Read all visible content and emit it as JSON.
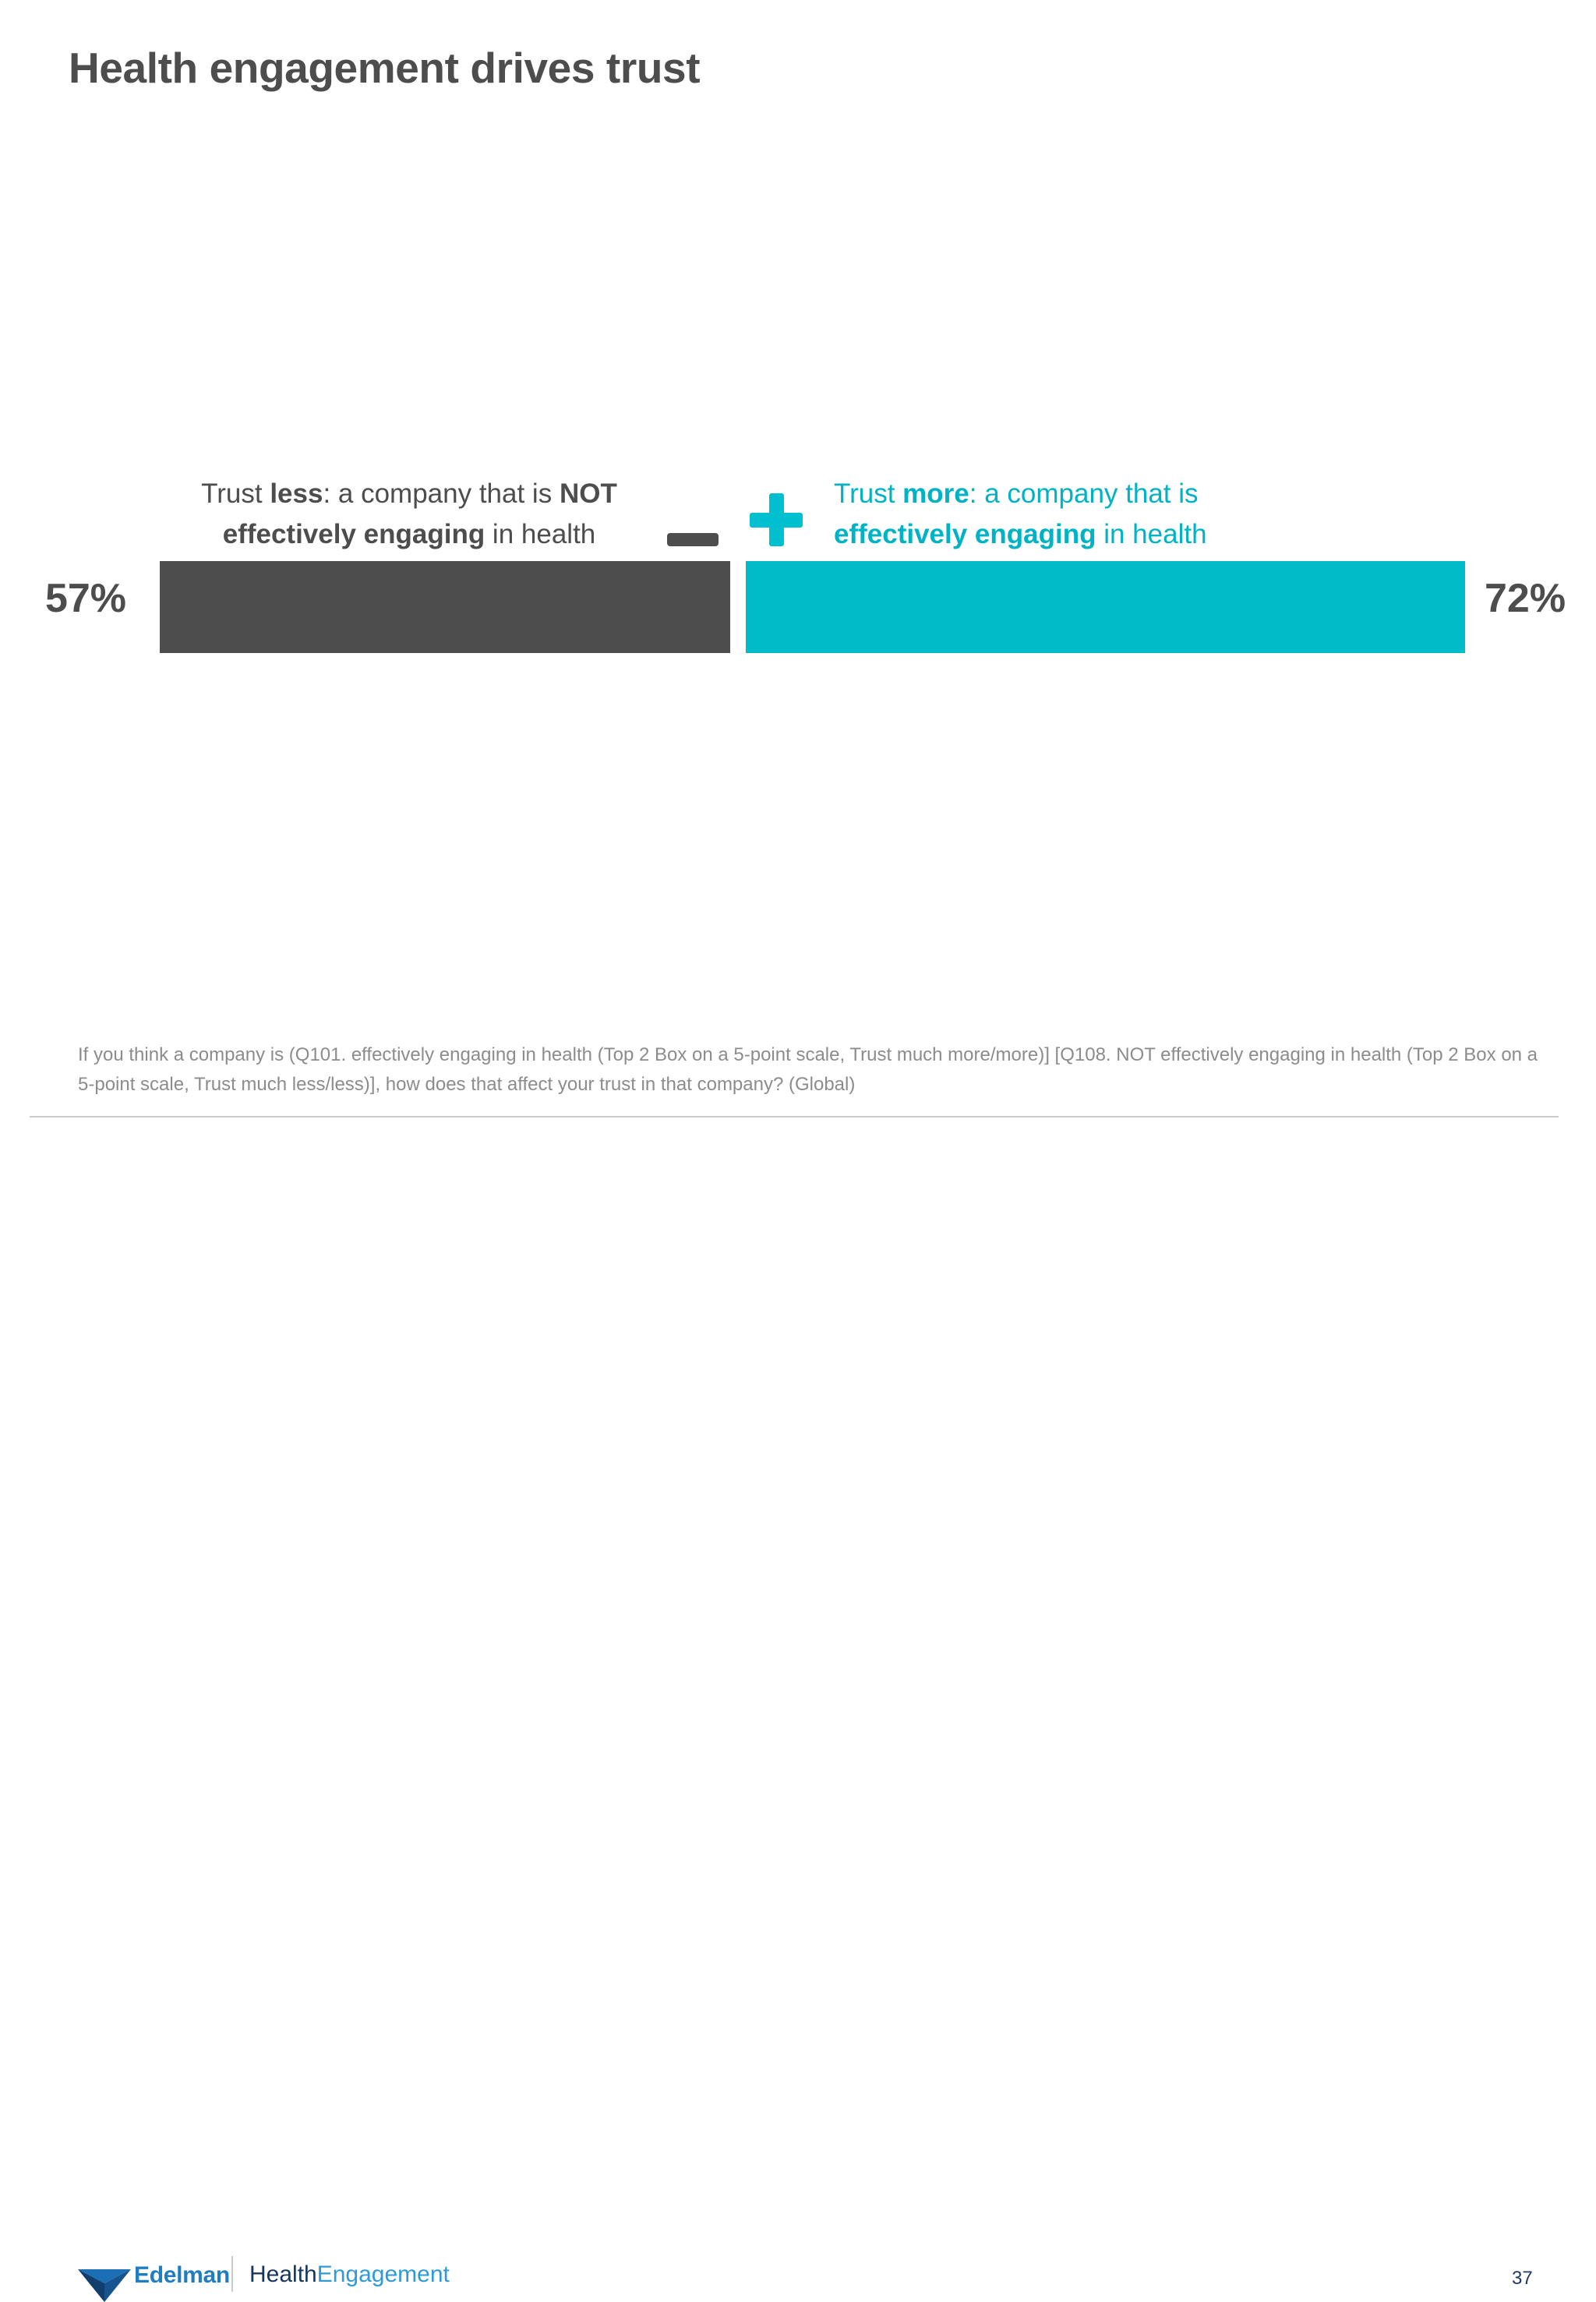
{
  "slide": {
    "title": "Health engagement drives trust",
    "page_number": "37"
  },
  "chart_data": {
    "type": "bar",
    "title": "Health engagement drives trust",
    "orientation": "horizontal",
    "categories": [
      "Trust less: a company that is NOT effectively engaging in health",
      "Trust more: a company that is effectively engaging in health"
    ],
    "values": [
      57,
      72
    ],
    "value_labels": [
      "57%",
      "72%"
    ],
    "xlabel": "",
    "ylabel": "",
    "ylim": [
      0,
      100
    ],
    "grid": false,
    "legend": "none",
    "colors": {
      "bar_negative": "#4d4d4d",
      "bar_positive": "#00bcc9",
      "text_dark": "#4d4d4d",
      "text_teal": "#00b3c4",
      "footnote": "#8c8c8c",
      "brand_blue": "#1f7ec1",
      "brand_navy": "#17365d"
    }
  },
  "left_panel": {
    "line1_pre": "Trust ",
    "line1_bold": "less",
    "line1_post": ": a company that is ",
    "line1_bold2": "NOT",
    "line2_bold": "effectively engaging",
    "line2_post": " in health",
    "value": "57%",
    "icon": "minus-icon"
  },
  "right_panel": {
    "line1_pre": "Trust ",
    "line1_bold": "more",
    "line1_post": ": a company that is",
    "line2_bold": "effectively engaging",
    "line2_post": " in health",
    "value": "72%",
    "icon": "plus-icon"
  },
  "footnote": {
    "text": "If you think a company is (Q101. effectively engaging in health (Top 2 Box on a 5-point scale, Trust much more/more)] [Q108. NOT effectively engaging in health (Top 2 Box on a 5-point scale, Trust much less/less)], how does that affect your trust in that company? (Global)"
  },
  "footer": {
    "edelman_wordmark": "Edelman",
    "brand_health": "Health",
    "brand_engagement": "Engagement"
  }
}
